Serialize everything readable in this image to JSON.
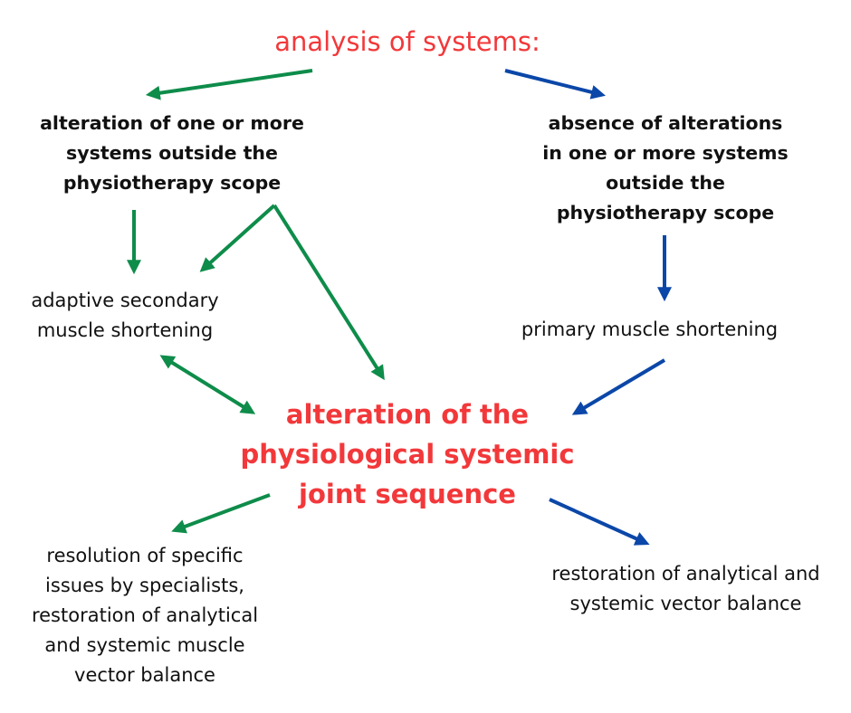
{
  "colors": {
    "accent_red": "#f2383a",
    "green_arrow": "#0e8c4a",
    "blue_arrow": "#0b47a8",
    "text": "#111111"
  },
  "nodes": {
    "root": "analysis of systems:",
    "left_branch": "alteration of one or more\nsystems outside the\nphysiotherapy scope",
    "right_branch": "absence of alterations\nin one or more systems\noutside the\nphysiotherapy scope",
    "adaptive": "adaptive secondary\nmuscle shortening",
    "primary": "primary muscle shortening",
    "center": "alteration of the\nphysiological systemic\njoint sequence",
    "left_outcome": "resolution of specific\nissues by specialists,\nrestoration of analytical\nand systemic muscle\nvector balance",
    "right_outcome": "restoration of analytical and\nsystemic vector balance"
  },
  "edges": [
    {
      "id": "root-to-left",
      "from": "root",
      "to": "left_branch",
      "color": "green",
      "bidirectional": false
    },
    {
      "id": "root-to-right",
      "from": "root",
      "to": "right_branch",
      "color": "blue",
      "bidirectional": false
    },
    {
      "id": "left-to-adaptive-a",
      "from": "left_branch",
      "to": "adaptive",
      "color": "green",
      "bidirectional": false
    },
    {
      "id": "left-to-adaptive-b",
      "from": "left_branch",
      "to": "adaptive",
      "color": "green",
      "bidirectional": false
    },
    {
      "id": "left-to-center",
      "from": "left_branch",
      "to": "center",
      "color": "green",
      "bidirectional": false
    },
    {
      "id": "adaptive-center",
      "from": "adaptive",
      "to": "center",
      "color": "green",
      "bidirectional": true
    },
    {
      "id": "right-to-primary",
      "from": "right_branch",
      "to": "primary",
      "color": "blue",
      "bidirectional": false
    },
    {
      "id": "primary-to-center",
      "from": "primary",
      "to": "center",
      "color": "blue",
      "bidirectional": false
    },
    {
      "id": "center-to-left-outcome",
      "from": "center",
      "to": "left_outcome",
      "color": "green",
      "bidirectional": false
    },
    {
      "id": "center-to-right-outcome",
      "from": "center",
      "to": "right_outcome",
      "color": "blue",
      "bidirectional": false
    }
  ]
}
